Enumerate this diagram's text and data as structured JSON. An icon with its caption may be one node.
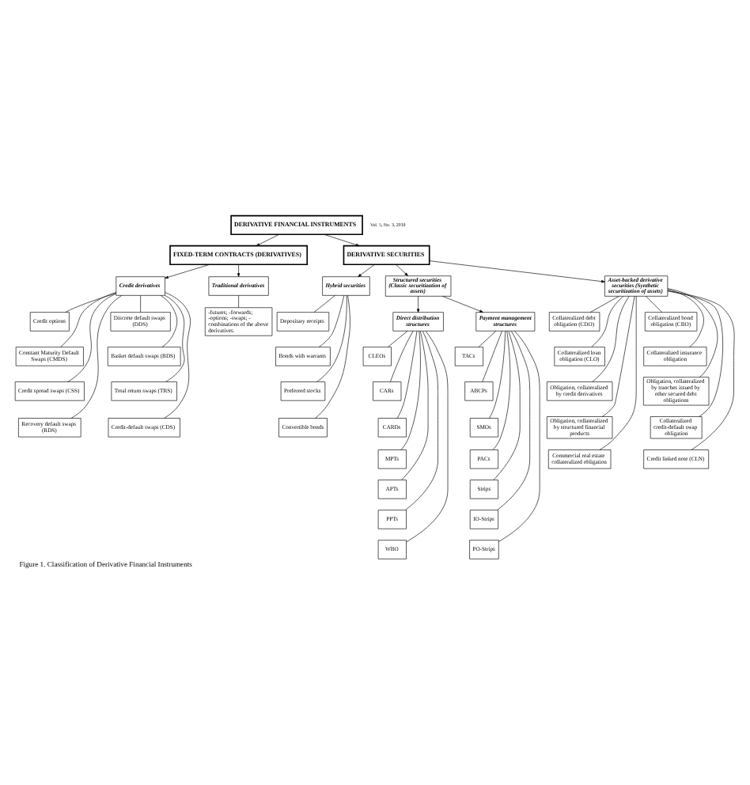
{
  "diagram": {
    "caption": "Figure 1. Classification of Derivative Financial Instruments",
    "nodes": [
      {
        "text": [
          "Credit options"
        ]
      },
      {
        "text": [
          "Constant Maturity Default Swaps (CMDS)"
        ]
      },
      {
        "text": [
          "Credit spread swaps (CSS)"
        ]
      },
      {
        "text": [
          "Recovery default swaps (RDS)"
        ]
      },
      {
        "text": [
          "Discrete default swaps (DDS)"
        ]
      },
      {
        "text": [
          "Basket default swaps (BDS)"
        ]
      },
      {
        "text": [
          "Total return swaps (TRS)"
        ]
      },
      {
        "text": [
          "Credit-default swaps (CDS)"
        ]
      },
      {
        "text": [
          "-futures; -forwards; -options; -swaps; - combinations of the above derivatives."
        ]
      },
      {
        "text": [
          "Credit derivatives"
        ]
      },
      {
        "text": [
          "Traditional derivatives"
        ]
      },
      {
        "text": [
          "Depositary receipts"
        ]
      },
      {
        "text": [
          "Bonds with warrants"
        ]
      },
      {
        "text": [
          "Preferred stocks"
        ]
      },
      {
        "text": [
          "Convertible bonds"
        ]
      },
      {
        "text": [
          "Hybrid securities"
        ]
      },
      {
        "text": [
          "FIXED-TERM CONTRACTS (DERIVATIVES)"
        ]
      },
      {
        "text": [
          "DERIVATIVE FINANCIAL INSTRUMENTS"
        ]
      },
      {
        "text": [
          "DERIVATIVE SECURITIES"
        ]
      },
      {
        "text": [
          "Structured securities (Classic securitization of assets)"
        ]
      },
      {
        "text": [
          "Asset-backed derivative securities (Synthetic securitization of assets)"
        ]
      },
      {
        "text": [
          "Direct distribution structures"
        ]
      },
      {
        "text": [
          "Payment management structures"
        ]
      },
      {
        "text": [
          "CLEOs"
        ]
      },
      {
        "text": [
          "CARs"
        ]
      },
      {
        "text": [
          "CARDs"
        ]
      },
      {
        "text": [
          "MPTs"
        ]
      },
      {
        "text": [
          "APTs"
        ]
      },
      {
        "text": [
          "PPTs"
        ]
      },
      {
        "text": [
          "WBO"
        ]
      },
      {
        "text": [
          "TACs"
        ]
      },
      {
        "text": [
          "ABCPs"
        ]
      },
      {
        "text": [
          "SMOs"
        ]
      },
      {
        "text": [
          "PACs"
        ]
      },
      {
        "text": [
          "Strips"
        ]
      },
      {
        "text": [
          "IO-Strips"
        ]
      },
      {
        "text": [
          "PO-Strips"
        ]
      },
      {
        "text": [
          "Collateralized debt obligation (CDO)"
        ]
      },
      {
        "text": [
          "Collateralized loan obligation (CLO)"
        ]
      },
      {
        "text": [
          "Obligation, collateralized by credit derivatives"
        ]
      },
      {
        "text": [
          "Obligation, collateralized by structured financial products"
        ]
      },
      {
        "text": [
          "Commercial real estate collateralized obligation"
        ]
      },
      {
        "text": [
          "Collateralized bond obligation (CBO)"
        ]
      },
      {
        "text": [
          "Collateralized insurance obligation"
        ]
      },
      {
        "text": [
          "Obligation, collateralized by tranches issued by other secured debt obligations"
        ]
      },
      {
        "text": [
          "Collateralized credit-default swap obligation"
        ]
      },
      {
        "text": [
          "Credit linked note (CLN)"
        ]
      }
    ],
    "edges": [
      {
        "from": 17,
        "to": 16,
        "arrow": "to"
      },
      {
        "from": 17,
        "to": 18,
        "arrow": "to"
      },
      {
        "from": 16,
        "to": 9,
        "arrow": "to"
      },
      {
        "from": 16,
        "to": 10,
        "arrow": "to"
      },
      {
        "from": 18,
        "to": 15,
        "arrow": "to"
      },
      {
        "from": 18,
        "to": 19,
        "arrow": "to"
      },
      {
        "from": 18,
        "to": 20,
        "arrow": "to"
      },
      {
        "from": 9,
        "to": 0,
        "arrow": "none"
      },
      {
        "from": 9,
        "to": 1,
        "arrow": "none"
      },
      {
        "from": 9,
        "to": 2,
        "arrow": "none"
      },
      {
        "from": 9,
        "to": 3,
        "arrow": "none"
      },
      {
        "from": 9,
        "to": 4,
        "arrow": "none"
      },
      {
        "from": 9,
        "to": 5,
        "arrow": "none"
      },
      {
        "from": 9,
        "to": 6,
        "arrow": "none"
      },
      {
        "from": 9,
        "to": 7,
        "arrow": "none"
      },
      {
        "from": 10,
        "to": 8,
        "arrow": "none"
      },
      {
        "from": 15,
        "to": 11,
        "arrow": "none"
      },
      {
        "from": 15,
        "to": 12,
        "arrow": "none"
      },
      {
        "from": 15,
        "to": 13,
        "arrow": "none"
      },
      {
        "from": 15,
        "to": 14,
        "arrow": "none"
      },
      {
        "from": 19,
        "to": 21,
        "arrow": "to"
      },
      {
        "from": 19,
        "to": 22,
        "arrow": "to"
      },
      {
        "from": 21,
        "to": 23,
        "arrow": "none"
      },
      {
        "from": 21,
        "to": 24,
        "arrow": "none"
      },
      {
        "from": 21,
        "to": 25,
        "arrow": "none"
      },
      {
        "from": 21,
        "to": 26,
        "arrow": "none"
      },
      {
        "from": 21,
        "to": 27,
        "arrow": "none"
      },
      {
        "from": 21,
        "to": 28,
        "arrow": "none"
      },
      {
        "from": 21,
        "to": 29,
        "arrow": "none"
      },
      {
        "from": 22,
        "to": 30,
        "arrow": "none"
      },
      {
        "from": 22,
        "to": 31,
        "arrow": "none"
      },
      {
        "from": 22,
        "to": 32,
        "arrow": "none"
      },
      {
        "from": 22,
        "to": 33,
        "arrow": "none"
      },
      {
        "from": 22,
        "to": 34,
        "arrow": "none"
      },
      {
        "from": 22,
        "to": 35,
        "arrow": "none"
      },
      {
        "from": 22,
        "to": 36,
        "arrow": "none"
      },
      {
        "from": 20,
        "to": 37,
        "arrow": "none"
      },
      {
        "from": 20,
        "to": 38,
        "arrow": "none"
      },
      {
        "from": 20,
        "to": 39,
        "arrow": "none"
      },
      {
        "from": 20,
        "to": 40,
        "arrow": "none"
      },
      {
        "from": 20,
        "to": 41,
        "arrow": "none"
      },
      {
        "from": 20,
        "to": 42,
        "arrow": "none"
      },
      {
        "from": 20,
        "to": 43,
        "arrow": "none"
      },
      {
        "from": 20,
        "to": 44,
        "arrow": "none"
      },
      {
        "from": 20,
        "to": 45,
        "arrow": "none"
      },
      {
        "from": 20,
        "to": 46,
        "arrow": "none"
      }
    ],
    "labels": [
      "Vol. 5, No. 3, 2019"
    ]
  }
}
